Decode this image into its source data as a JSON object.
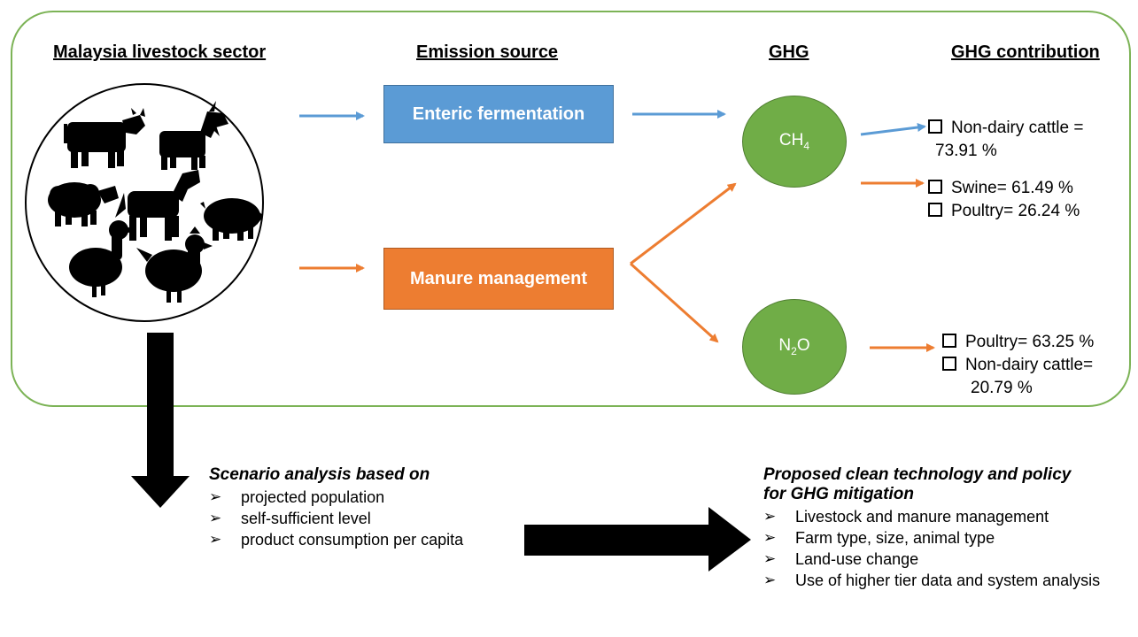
{
  "headers": {
    "sector": "Malaysia livestock sector",
    "emission_source": "Emission source",
    "ghg": "GHG",
    "ghg_contribution": "GHG contribution"
  },
  "sources": {
    "enteric": "Enteric fermentation",
    "manure": "Manure management"
  },
  "gases": {
    "ch4": {
      "base": "CH",
      "sub": "4"
    },
    "n2o": {
      "base": "N",
      "sub": "2",
      "tail": "O"
    }
  },
  "contributions": {
    "enteric_ch4": [
      "Non-dairy cattle =",
      "73.91 %"
    ],
    "manure_ch4": [
      "Swine= 61.49 %",
      "Poultry= 26.24 %"
    ],
    "manure_n2o": [
      "Poultry= 63.25 %",
      "Non-dairy cattle=",
      "20.79 %"
    ]
  },
  "scenario": {
    "title": "Scenario analysis based on",
    "items": [
      "projected population",
      "self-sufficient level",
      "product consumption per capita"
    ]
  },
  "proposed": {
    "title_line1": "Proposed clean technology and policy",
    "title_line2": "for GHG mitigation",
    "items": [
      "Livestock and manure management",
      "Farm type, size, animal type",
      "Land-use change",
      "Use of higher tier data and system analysis"
    ]
  },
  "colors": {
    "blue": "#5b9bd5",
    "orange": "#ed7d31",
    "green": "#70ad47",
    "frame": "#7cb356"
  },
  "icons": [
    "cow-icon",
    "goat-icon",
    "sheep-icon",
    "horse-icon",
    "pig-icon",
    "duck-icon",
    "chicken-icon"
  ]
}
